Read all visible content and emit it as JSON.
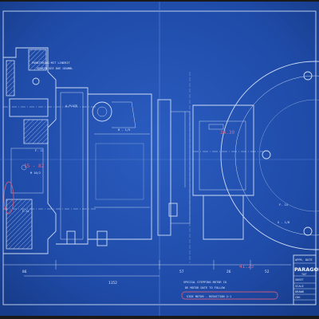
{
  "drawing": {
    "notes": {
      "top_note_1": "PUNKTERING MIT LINERIT",
      "top_note_2": "GEWEIN SEE DUE GEAMBL",
      "shaft_label": "A PLATE",
      "bearing_label": "B - 1/5",
      "thread_label": "M 16/2",
      "flange_label": "F. 11",
      "lower_label": "F-31",
      "right_label": "F. 14",
      "right_label_2": "G - 1/8"
    },
    "dimensions": {
      "dim_left": "86",
      "dim_mid_1": "1152",
      "dim_mid_2": "57",
      "dim_mid_3": "26",
      "dim_right": "52"
    },
    "red_marks": {
      "upper": "15 - 82",
      "mid": "34.30",
      "bottom": "41.23"
    },
    "caption": {
      "line_1": "SPECIAL STEPPING MOTOR CO",
      "line_2": "DE MOTOR        DATE TO FOLLOW",
      "line_3": "SIDE MOTOR - REDUCTION 2:1"
    },
    "title_block": {
      "header": "APPR. DATE",
      "name": "PARAGON",
      "sub": "TAF",
      "row_1": "SHEET",
      "row_2": "SCALE",
      "row_3": "DRAWN",
      "row_4": "CHK"
    }
  },
  "colors": {
    "paper": "#1f4ba8",
    "ink": "#cfdcf4",
    "red_ink": "#c45b80"
  }
}
